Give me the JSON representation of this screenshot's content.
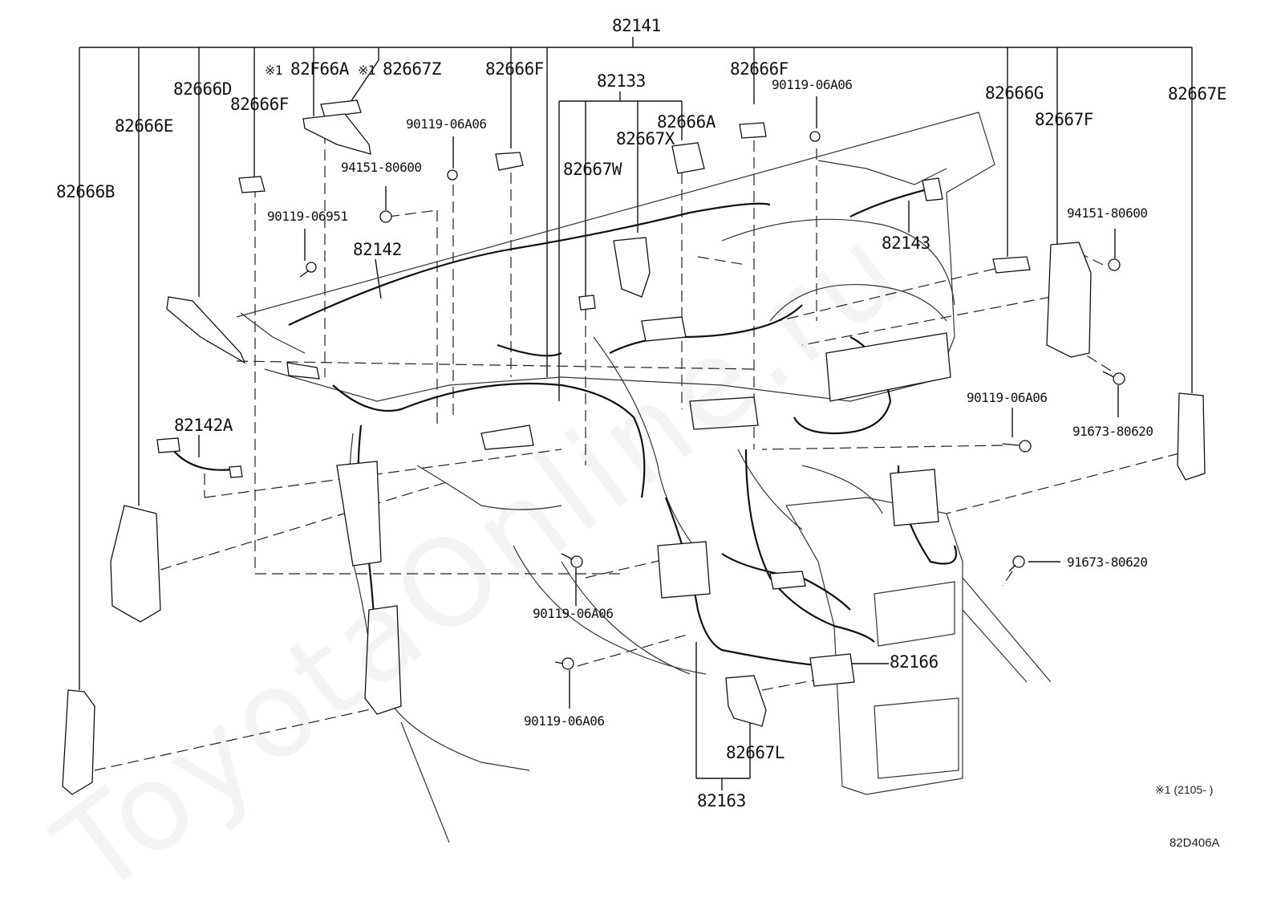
{
  "watermark": "ToyotaOnline.ru",
  "callouts": {
    "c82141": "82141",
    "c82666B": "82666B",
    "c82666E": "82666E",
    "c82666D": "82666D",
    "c82666F_a": "82666F",
    "c82F66A": "82F66A",
    "c82667Z": "82667Z",
    "mark1": "※1",
    "mark2": "※1",
    "c82666F_b": "82666F",
    "c82133": "82133",
    "c82666F_c": "82666F",
    "c90119_06A06_a": "90119-06A06",
    "c90119_06A06_b": "90119-06A06",
    "c94151_80600_a": "94151-80600",
    "c90119_06951": "90119-06951",
    "c82142": "82142",
    "c82666A": "82666A",
    "c82667X": "82667X",
    "c82667W": "82667W",
    "c82666G": "82666G",
    "c82667F": "82667F",
    "c82667E": "82667E",
    "c82143": "82143",
    "c94151_80600_b": "94151-80600",
    "c90119_06A06_c": "90119-06A06",
    "c91673_80620_a": "91673-80620",
    "c82142A": "82142A",
    "c91673_80620_b": "91673-80620",
    "c90119_06A06_d": "90119-06A06",
    "c82166": "82166",
    "c90119_06A06_e": "90119-06A06",
    "c82667L": "82667L",
    "c82163": "82163"
  },
  "footnote": "※1 (2105-     )",
  "drawing_code": "82D406A"
}
